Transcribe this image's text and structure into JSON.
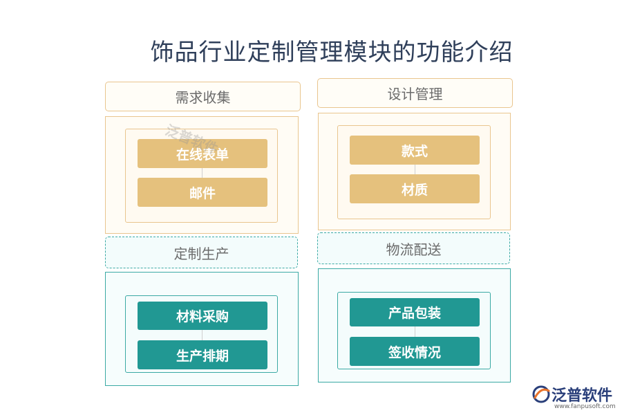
{
  "title": "饰品行业定制管理模块的功能介绍",
  "modules": [
    {
      "header": "需求收集",
      "items": [
        "在线表单",
        "邮件"
      ]
    },
    {
      "header": "设计管理",
      "items": [
        "款式",
        "材质"
      ]
    },
    {
      "header": "定制生产",
      "items": [
        "材料采购",
        "生产排期"
      ]
    },
    {
      "header": "物流配送",
      "items": [
        "产品包装",
        "签收情况"
      ]
    }
  ],
  "watermark": "泛普软件",
  "logo": {
    "name": "泛普软件",
    "url": "www.fanpusoft.com"
  },
  "colors": {
    "gold": "#e5c17d",
    "teal": "#219893",
    "title": "#2f3f5a"
  }
}
